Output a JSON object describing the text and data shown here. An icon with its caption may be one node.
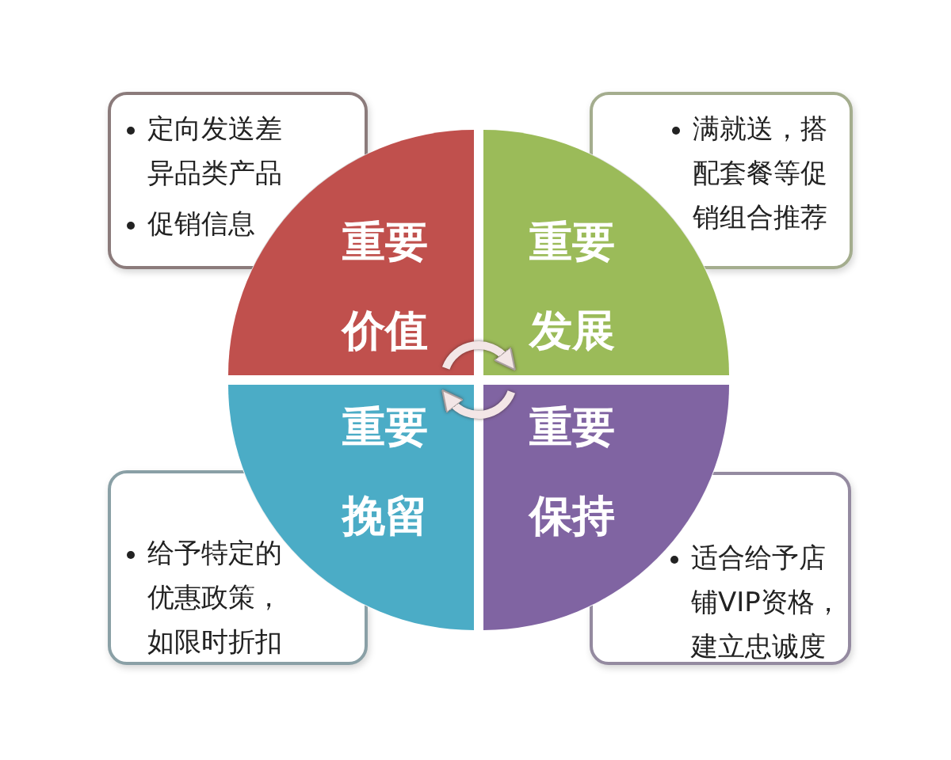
{
  "diagram": {
    "nodes": [
      {
        "text": [
          "定向发送差异品类产品",
          "促销信息"
        ]
      },
      {
        "text": [
          "满就送，搭配套餐等促销组合推荐"
        ]
      },
      {
        "text": [
          "重要",
          "价值"
        ]
      },
      {
        "text": [
          "重要",
          "发展"
        ]
      },
      {
        "text": [
          "重要",
          "挽留"
        ]
      },
      {
        "text": [
          "重要",
          "保持"
        ]
      },
      {
        "text": [
          "给予特定的优惠政策，如限时折扣"
        ]
      },
      {
        "text": [
          "适合给予店铺VIP资格，建立忠诚度"
        ]
      }
    ],
    "edges": [
      {
        "from": 2,
        "to": 3,
        "arrow": "to"
      },
      {
        "from": 5,
        "to": 4,
        "arrow": "to"
      }
    ]
  }
}
